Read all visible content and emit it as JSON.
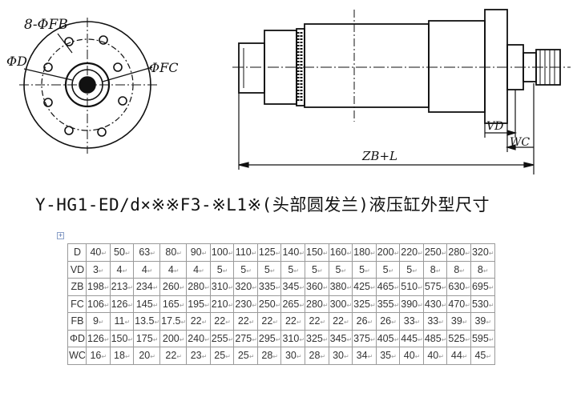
{
  "drawing": {
    "label_bolts": "8-ΦFB",
    "label_d": "ΦD",
    "label_fc": "ΦFC",
    "label_vd": "VD",
    "label_wc": "WC",
    "label_length": "ZB+L"
  },
  "caption": "Y-HG1-ED/d×※※F3-※L1※(头部圆发兰)液压缸外型尺寸",
  "table": {
    "row_mark": "↵",
    "rows": [
      {
        "label": "D",
        "values": [
          "40",
          "50",
          "63",
          "80",
          "90",
          "100",
          "110",
          "125",
          "140",
          "150",
          "160",
          "180",
          "200",
          "220",
          "250",
          "280",
          "320"
        ]
      },
      {
        "label": "VD",
        "values": [
          "3",
          "4",
          "4",
          "4",
          "4",
          "5",
          "5",
          "5",
          "5",
          "5",
          "5",
          "5",
          "5",
          "5",
          "8",
          "8",
          "8"
        ]
      },
      {
        "label": "ZB",
        "values": [
          "198",
          "213",
          "234",
          "260",
          "280",
          "310",
          "320",
          "335",
          "345",
          "360",
          "380",
          "425",
          "465",
          "510",
          "575",
          "630",
          "695"
        ]
      },
      {
        "label": "FC",
        "values": [
          "106",
          "126",
          "145",
          "165",
          "195",
          "210",
          "230",
          "250",
          "265",
          "280",
          "300",
          "325",
          "355",
          "390",
          "430",
          "470",
          "530"
        ]
      },
      {
        "label": "FB",
        "values": [
          "9",
          "11",
          "13.5",
          "17.5",
          "22",
          "22",
          "22",
          "22",
          "22",
          "22",
          "22",
          "26",
          "26",
          "33",
          "33",
          "39",
          "39"
        ]
      },
      {
        "label": "ΦD",
        "values": [
          "126",
          "150",
          "175",
          "200",
          "240",
          "255",
          "275",
          "295",
          "310",
          "325",
          "345",
          "375",
          "405",
          "445",
          "485",
          "525",
          "595"
        ]
      },
      {
        "label": "WC",
        "values": [
          "16",
          "18",
          "20",
          "22",
          "23",
          "25",
          "25",
          "28",
          "30",
          "28",
          "30",
          "34",
          "35",
          "40",
          "40",
          "44",
          "45"
        ]
      }
    ]
  }
}
